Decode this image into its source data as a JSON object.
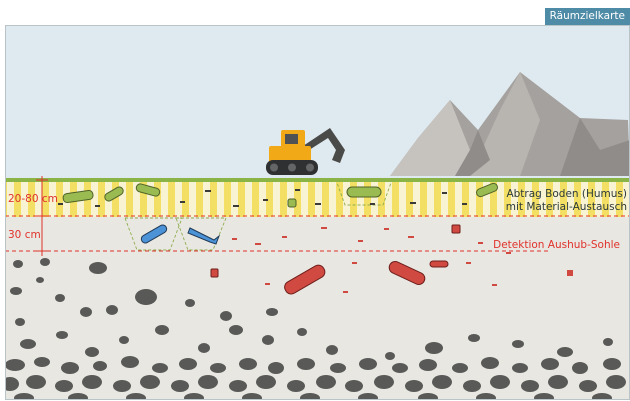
{
  "badge": "Räumzielkarte",
  "depth_labels": {
    "topsoil": "20-80 cm",
    "detection": "30 cm"
  },
  "layer_labels": {
    "removal_line1": "Abtrag Boden (Humus)",
    "removal_line2": "mit Material-Austausch",
    "detection_line": "Detektion Aushub-Sohle"
  },
  "colors": {
    "sky": "#dfeaf0",
    "grass": "#8bb446",
    "topsoil_stripe_yellow": "#f2df63",
    "topsoil_stripe_light": "#f8f3d2",
    "subsoil": "#e9e7e1",
    "rock": "#595a58",
    "ordnance_red": "#d04a42",
    "ordnance_blue": "#4b92d6",
    "ordnance_green": "#9aba52",
    "excavator": "#f2a917",
    "marker_red": "#e0322c",
    "label_dark": "#2c3a3a"
  }
}
